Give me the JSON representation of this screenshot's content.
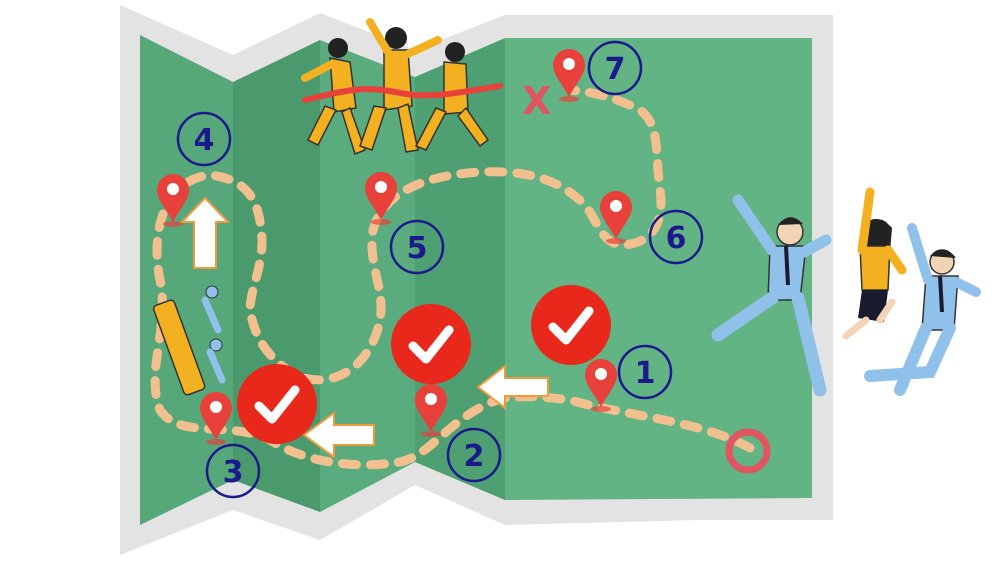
{
  "colors": {
    "frame": "#e3e3e3",
    "map_green": "#56a87a",
    "map_green_dark": "#4a9a6e",
    "path": "#f2c08e",
    "pin": "#e8403a",
    "check": "#e8281a",
    "number": "#1a1a8c",
    "arrow_fill": "#ffffff",
    "arrow_edge": "#f29a3a",
    "people_suit_blue": "#8fc1ea",
    "people_suit_yellow": "#f3b020",
    "goal_ribbon": "#e8403a",
    "start_ring": "#e05560"
  },
  "steps": [
    {
      "label": "1",
      "completed": true
    },
    {
      "label": "2",
      "completed": true
    },
    {
      "label": "3",
      "completed": true
    },
    {
      "label": "4",
      "completed": false
    },
    {
      "label": "5",
      "completed": false
    },
    {
      "label": "6",
      "completed": false
    },
    {
      "label": "7",
      "completed": false
    }
  ],
  "start_marker": "circle-icon",
  "goal_marker": "x-icon",
  "goal_mark": "X",
  "icons": [
    "map-pin-icon",
    "check-badge-icon",
    "arrow-icon",
    "finish-ribbon-icon"
  ]
}
